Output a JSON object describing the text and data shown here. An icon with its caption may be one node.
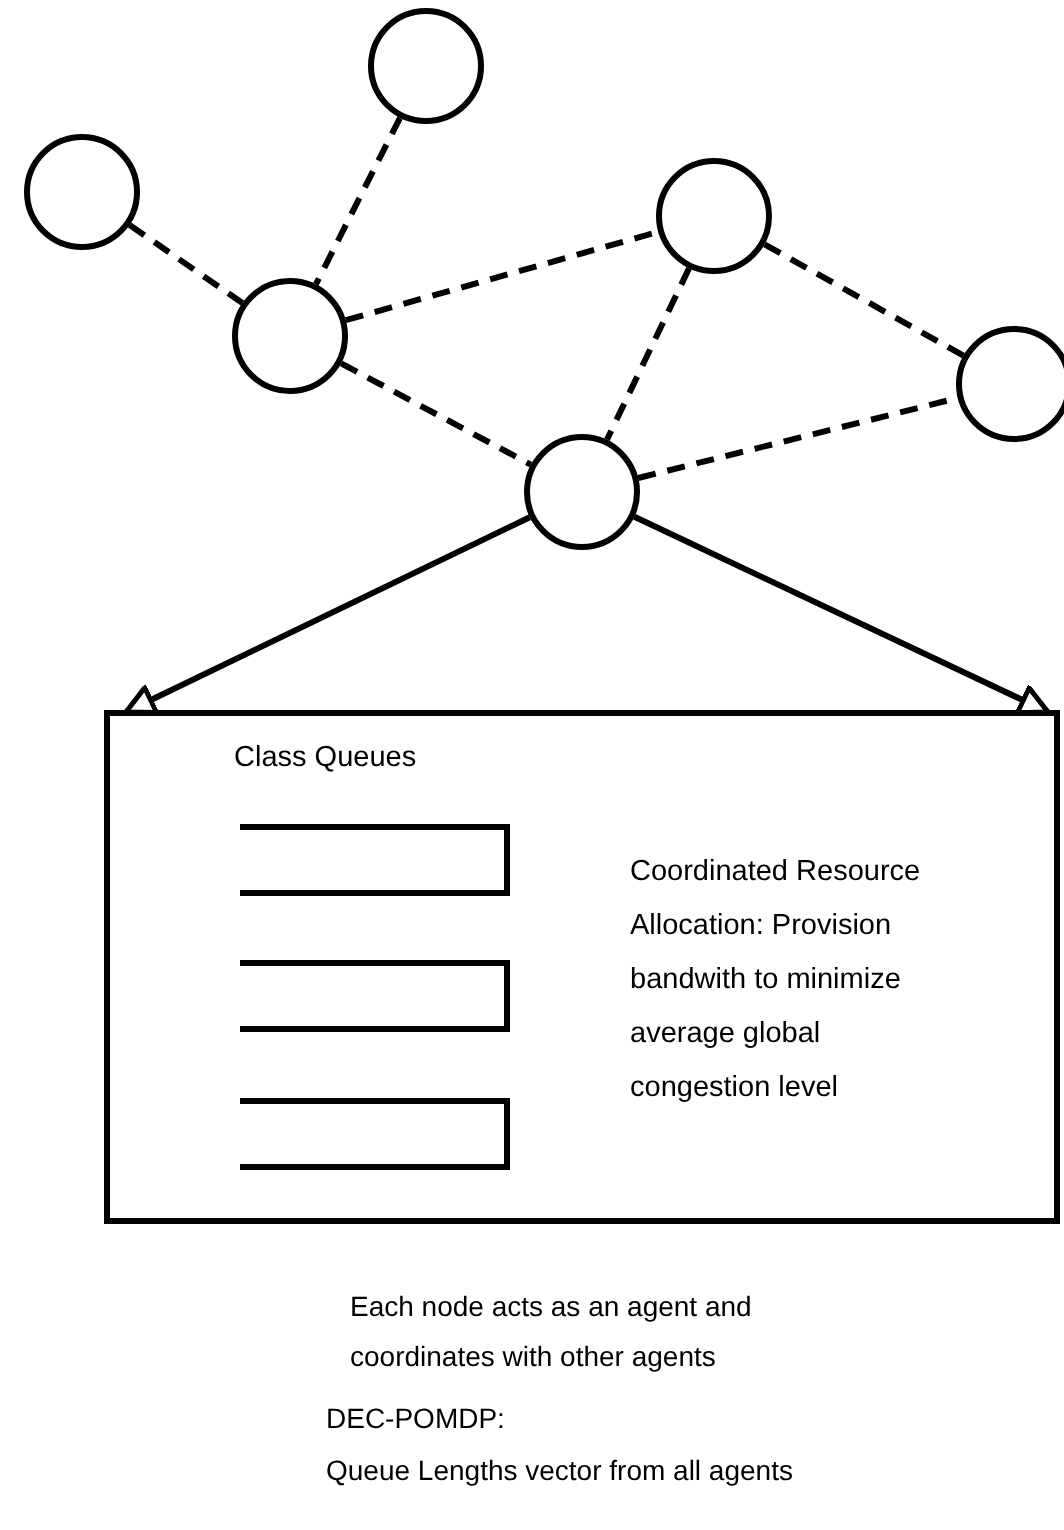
{
  "diagram": {
    "nodes": [
      {
        "text": [],
        "shape": "circle"
      },
      {
        "text": [],
        "shape": "circle"
      },
      {
        "text": [],
        "shape": "circle"
      },
      {
        "text": [],
        "shape": "circle"
      },
      {
        "text": [],
        "shape": "circle"
      },
      {
        "text": [],
        "shape": "circle"
      },
      {
        "text": [
          "Class Queues",
          "Coordinated Resource Allocation: Provision bandwith to minimize average global congestion level"
        ]
      },
      {
        "text": [],
        "shape": "box",
        "in": 6
      },
      {
        "text": [],
        "shape": "box",
        "in": 6
      },
      {
        "text": [],
        "shape": "box",
        "in": 6
      }
    ],
    "edges": [
      {
        "from": 1,
        "to": 3,
        "arrow": "none",
        "style": "dashed"
      },
      {
        "from": 0,
        "to": 3,
        "arrow": "none",
        "style": "dashed"
      },
      {
        "from": 3,
        "to": 2,
        "arrow": "none",
        "style": "dashed"
      },
      {
        "from": 2,
        "to": 4,
        "arrow": "none",
        "style": "dashed"
      },
      {
        "from": 3,
        "to": 5,
        "arrow": "none",
        "style": "dashed"
      },
      {
        "from": 2,
        "to": 5,
        "arrow": "none",
        "style": "dashed"
      },
      {
        "from": 5,
        "to": 4,
        "arrow": "none",
        "style": "dashed"
      },
      {
        "from": 5,
        "to": 6,
        "arrow": "to"
      },
      {
        "from": 5,
        "to": 6,
        "arrow": "to"
      }
    ],
    "labels": [
      "Each node acts as an agent and coordinates with other agents",
      "DEC-POMDP:",
      "Queue Lengths vector from all agents"
    ]
  }
}
